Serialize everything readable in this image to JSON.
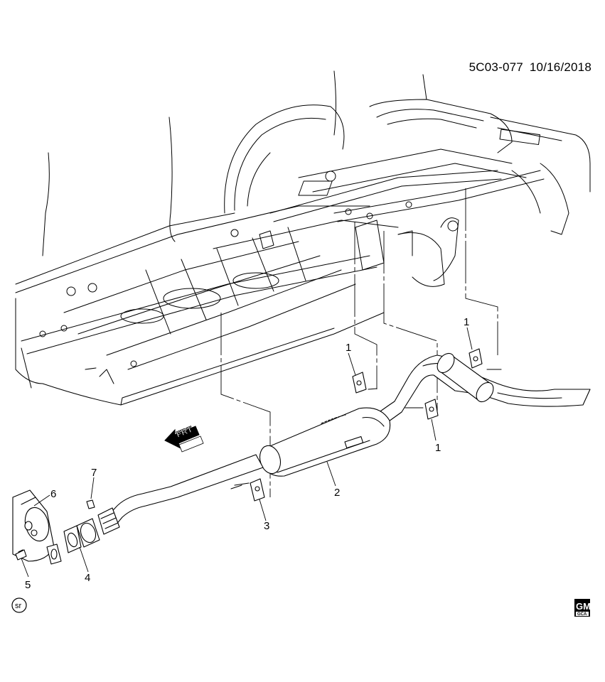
{
  "header": {
    "code": "5C03-077",
    "date": "10/16/2018"
  },
  "callouts": [
    {
      "id": "c1a",
      "label": "1",
      "part": "hanger"
    },
    {
      "id": "c1b",
      "label": "1",
      "part": "hanger"
    },
    {
      "id": "c1c",
      "label": "1",
      "part": "hanger"
    },
    {
      "id": "c2",
      "label": "2",
      "part": "muffler"
    },
    {
      "id": "c3",
      "label": "3",
      "part": "hanger"
    },
    {
      "id": "c4",
      "label": "4",
      "part": "gasket"
    },
    {
      "id": "c5",
      "label": "5",
      "part": "bolt"
    },
    {
      "id": "c6",
      "label": "6",
      "part": "converter"
    },
    {
      "id": "c7",
      "label": "7",
      "part": "nut"
    }
  ],
  "front_arrow": {
    "label": "FRT"
  },
  "badge": {
    "label": "sr"
  },
  "logo": {
    "label": "GM",
    "sub": "GCA"
  }
}
